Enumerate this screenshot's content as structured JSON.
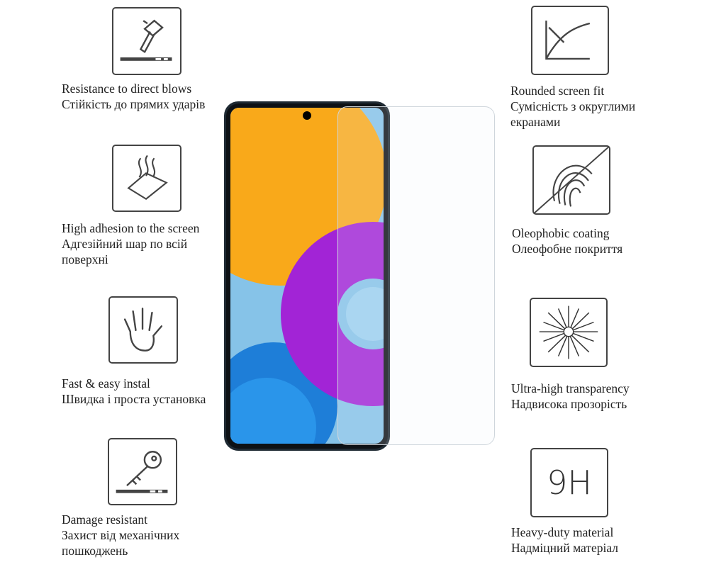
{
  "features_left": [
    {
      "icon": "hammer-icon",
      "en": "Resistance to direct blows",
      "ua": [
        "Стійкість до прямих ударів"
      ]
    },
    {
      "icon": "adhesion-icon",
      "en": "High adhesion to the screen",
      "ua": [
        "Адгезійний шар по всій",
        "поверхні"
      ]
    },
    {
      "icon": "hand-icon",
      "en": "Fast & easy instal",
      "ua": [
        "Швидка і проста установка"
      ]
    },
    {
      "icon": "key-icon",
      "en": "Damage resistant",
      "ua": [
        "Захист від механічних",
        "пошкоджень"
      ]
    }
  ],
  "features_right": [
    {
      "icon": "rounded-edge-icon",
      "en": "Rounded screen fit",
      "ua": [
        "Сумісність з округлими",
        "екранами"
      ]
    },
    {
      "icon": "fingerprint-icon",
      "en": "Oleophobic coating",
      "ua": [
        "Олеофобне покриття"
      ]
    },
    {
      "icon": "starburst-icon",
      "en": "Ultra-high transparency",
      "ua": [
        "Надвисока прозорість"
      ]
    },
    {
      "icon": "hardness-9h-icon",
      "en": "Heavy-duty material",
      "ua": [
        "Надміцний матеріал"
      ],
      "badge": "9H"
    }
  ]
}
